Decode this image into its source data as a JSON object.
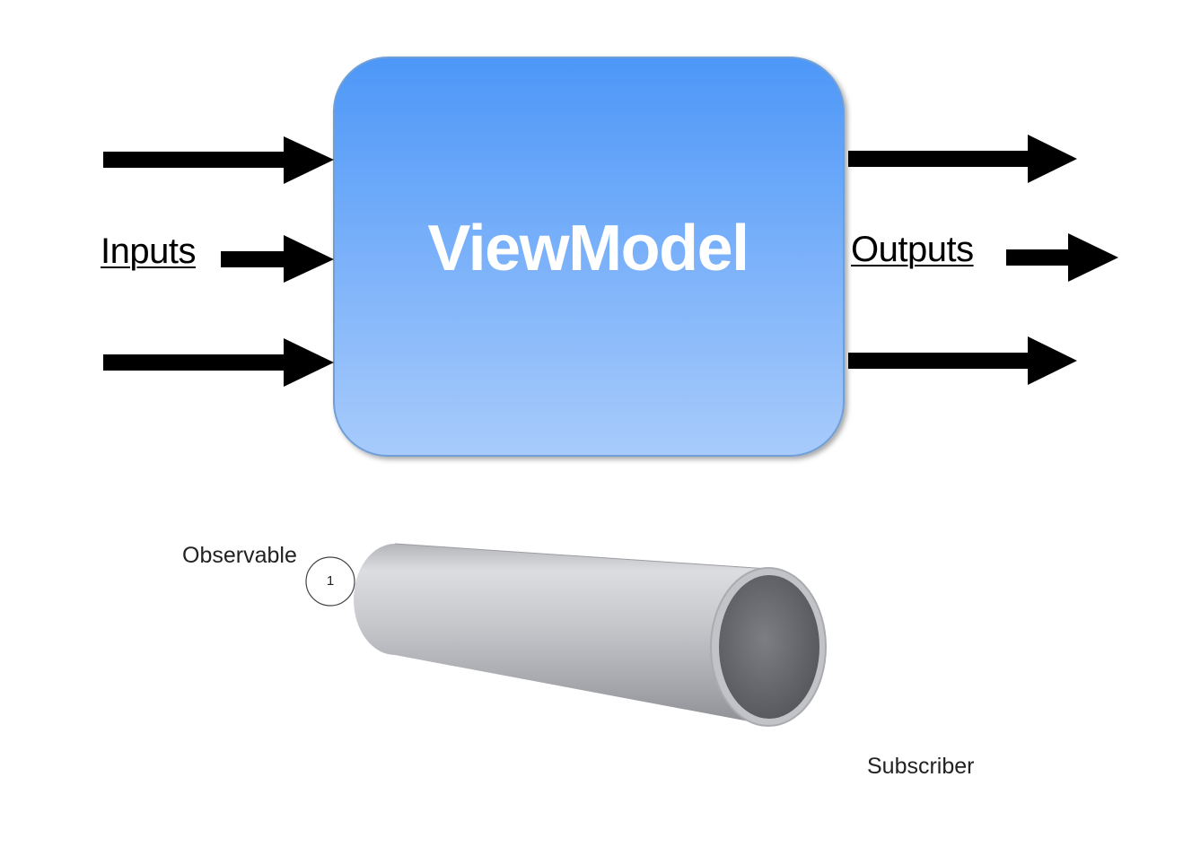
{
  "viewmodel": {
    "title": "ViewModel",
    "gradient_top": "#4d97f8",
    "gradient_bottom": "#a8cbfb"
  },
  "inputs": {
    "label": "Inputs",
    "arrow_count": 3
  },
  "outputs": {
    "label": "Outputs",
    "arrow_count": 3
  },
  "pipe": {
    "source_label": "Observable",
    "sink_label": "Subscriber",
    "marble_value": "1"
  }
}
